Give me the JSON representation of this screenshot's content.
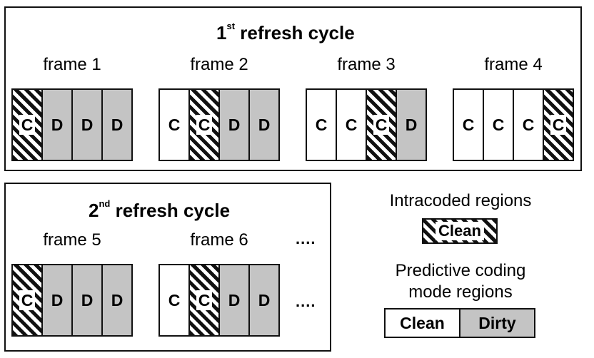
{
  "cycles": [
    {
      "title_ordinal": "1",
      "title_suffix": "st",
      "title_rest": " refresh cycle",
      "frames": [
        {
          "label": "frame 1",
          "cells": [
            "intra-C",
            "D",
            "D",
            "D"
          ]
        },
        {
          "label": "frame 2",
          "cells": [
            "C",
            "intra-C",
            "D",
            "D"
          ]
        },
        {
          "label": "frame 3",
          "cells": [
            "C",
            "C",
            "intra-C",
            "D"
          ]
        },
        {
          "label": "frame 4",
          "cells": [
            "C",
            "C",
            "C",
            "intra-C"
          ]
        }
      ]
    },
    {
      "title_ordinal": "2",
      "title_suffix": "nd",
      "title_rest": " refresh cycle",
      "frames": [
        {
          "label": "frame 5",
          "cells": [
            "intra-C",
            "D",
            "D",
            "D"
          ]
        },
        {
          "label": "frame 6",
          "cells": [
            "C",
            "intra-C",
            "D",
            "D"
          ]
        }
      ],
      "ellipsis": "...."
    }
  ],
  "cell_letters": {
    "clean": "C",
    "dirty": "D"
  },
  "legend": {
    "intra_title": "Intracoded regions",
    "intra_swatch_label": "Clean",
    "pred_title_line1": "Predictive coding",
    "pred_title_line2": "mode regions",
    "pred_clean_label": "Clean",
    "pred_dirty_label": "Dirty"
  },
  "colors": {
    "dirty_fill": "#c4c4c4",
    "hatch": "#111111",
    "clean_fill": "#ffffff"
  }
}
